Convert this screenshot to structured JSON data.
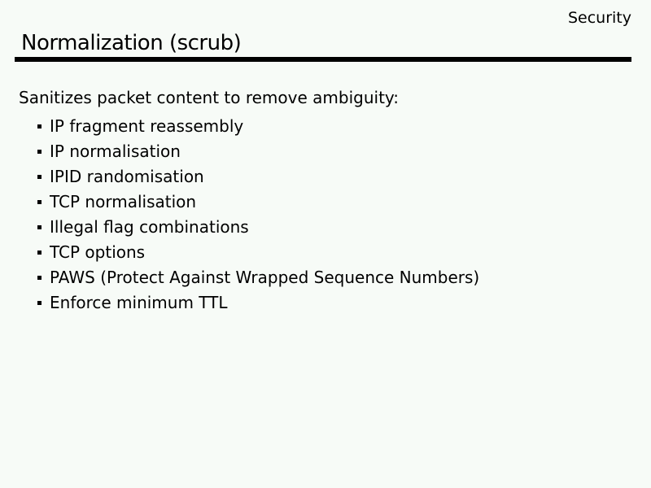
{
  "slide": {
    "corner_label": "Security",
    "title": "Normalization (scrub)",
    "lead": "Sanitizes packet content to remove ambiguity:",
    "bullets": [
      "IP fragment reassembly",
      "IP normalisation",
      "IPID randomisation",
      "TCP normalisation",
      "Illegal flag combinations",
      "TCP options",
      "PAWS (Protect Against Wrapped Sequence Numbers)",
      "Enforce minimum TTL"
    ],
    "colors": {
      "background": "#f7fbf7",
      "text": "#000000",
      "rule": "#000000"
    }
  }
}
